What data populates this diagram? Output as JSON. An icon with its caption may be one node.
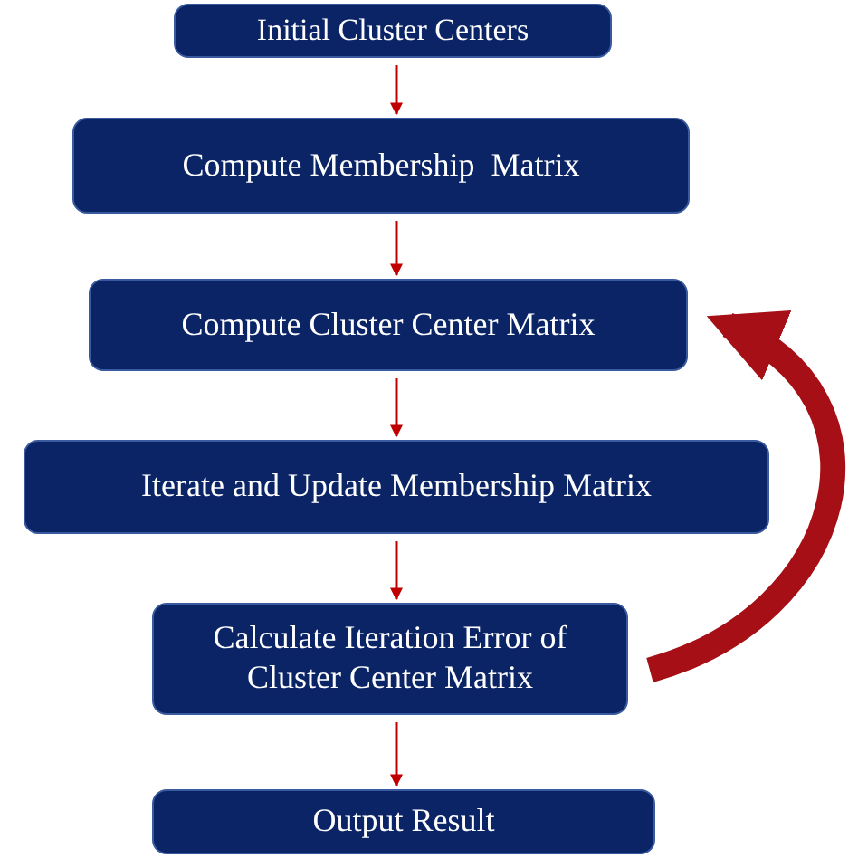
{
  "diagram": {
    "nodes": [
      {
        "text": [
          "Initial Cluster Centers"
        ]
      },
      {
        "text": [
          "Compute Membership  Matrix"
        ]
      },
      {
        "text": [
          "Compute Cluster Center Matrix"
        ]
      },
      {
        "text": [
          "Iterate and Update Membership Matrix"
        ]
      },
      {
        "text": [
          "Calculate Iteration Error of Cluster Center Matrix"
        ]
      },
      {
        "text": [
          "Output Result"
        ]
      }
    ],
    "edges": [
      {
        "from": 0,
        "to": 1,
        "arrow": "to"
      },
      {
        "from": 1,
        "to": 2,
        "arrow": "to"
      },
      {
        "from": 2,
        "to": 3,
        "arrow": "to"
      },
      {
        "from": 3,
        "to": 4,
        "arrow": "to"
      },
      {
        "from": 4,
        "to": 5,
        "arrow": "to"
      },
      {
        "from": 4,
        "to": 2,
        "arrow": "to",
        "style": "thick",
        "color": "#a50f15"
      }
    ]
  }
}
